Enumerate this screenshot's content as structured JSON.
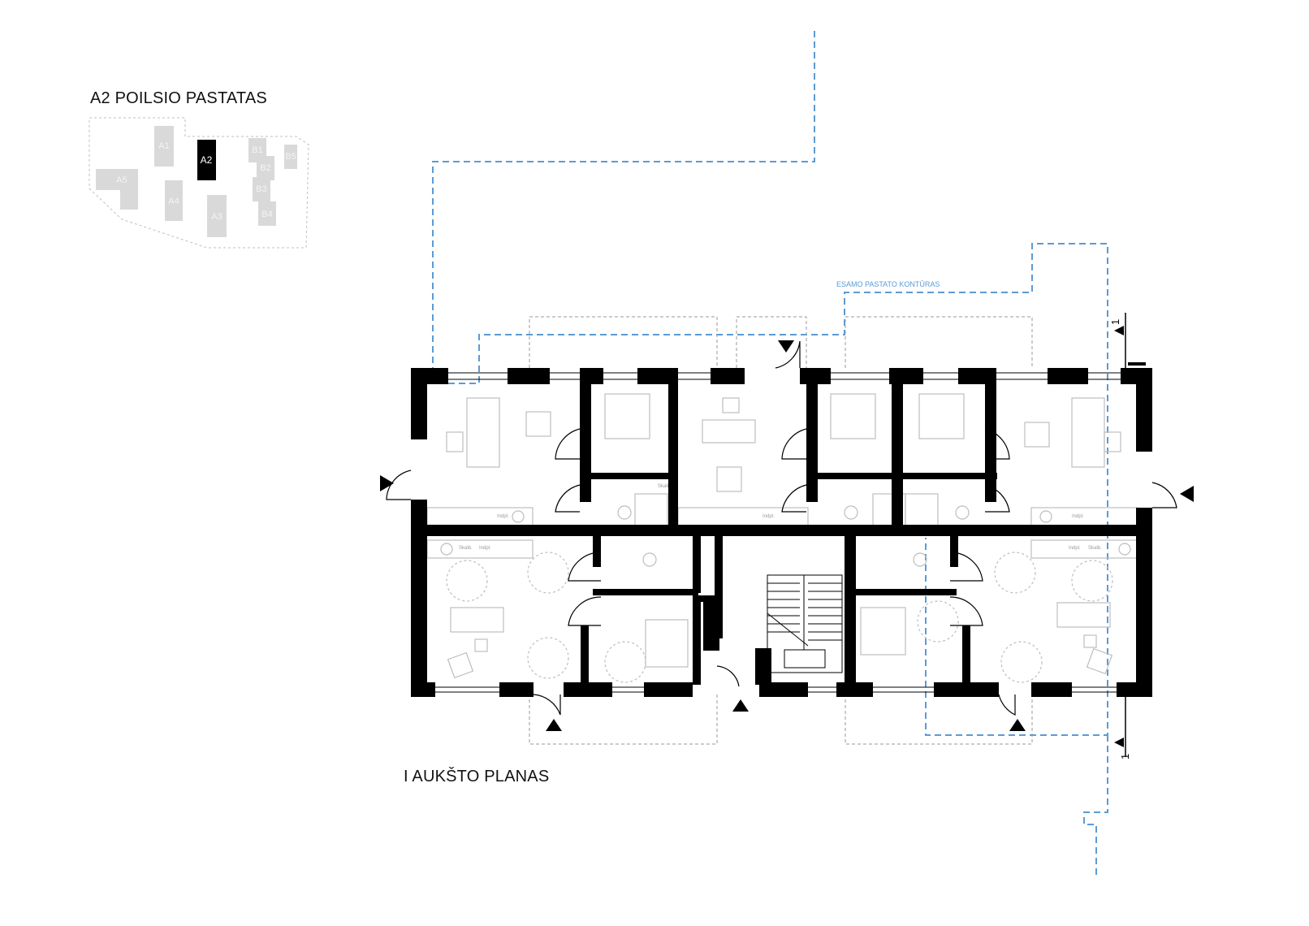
{
  "building_title": "A2 POILSIO PASTATAS",
  "plan_title": "I AUKŠTO PLANAS",
  "existing_outline_label": "ESAMO PASTATO KONTŪRAS",
  "site_plan": {
    "buildings": [
      {
        "id": "A1",
        "highlighted": false
      },
      {
        "id": "A2",
        "highlighted": true
      },
      {
        "id": "A3",
        "highlighted": false
      },
      {
        "id": "A4",
        "highlighted": false
      },
      {
        "id": "A5",
        "highlighted": false
      },
      {
        "id": "B1",
        "highlighted": false
      },
      {
        "id": "B2",
        "highlighted": false
      },
      {
        "id": "B3",
        "highlighted": false
      },
      {
        "id": "B4",
        "highlighted": false
      },
      {
        "id": "B5",
        "highlighted": false
      }
    ]
  },
  "section_markers": [
    {
      "label": "1"
    },
    {
      "label": "1"
    }
  ],
  "appliance_labels": {
    "dishwasher": "Indpl.",
    "washer": "Skalb."
  },
  "colors": {
    "wall": "#000000",
    "outline_blue": "#5b9bd5",
    "furniture": "#bdbdbd",
    "site_block": "#d9d9d9",
    "highlight": "#000000"
  }
}
